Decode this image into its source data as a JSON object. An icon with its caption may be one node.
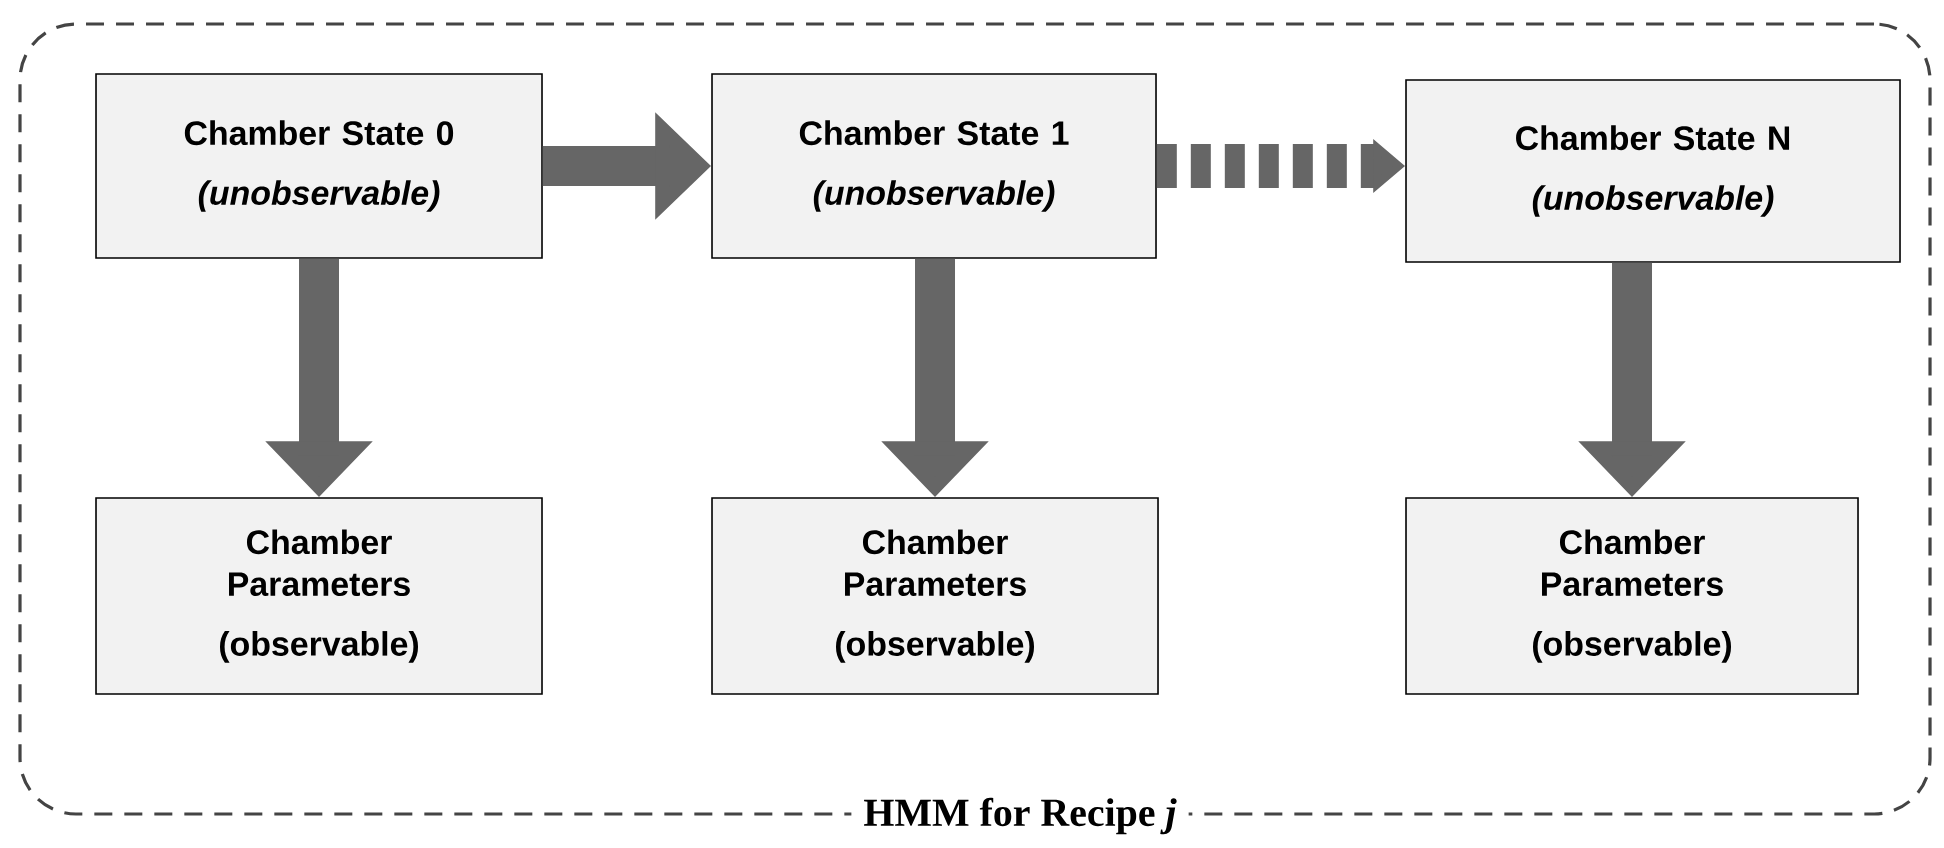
{
  "diagram": {
    "nodes": [
      {
        "text": [
          "HMM for Recipe *j*"
        ]
      },
      {
        "text": [
          "Chamber State 0",
          "(unobservable)"
        ],
        "in": 0
      },
      {
        "text": [
          "Chamber State 1",
          "(unobservable)"
        ],
        "in": 0
      },
      {
        "text": [
          "Chamber State N",
          "(unobservable)"
        ],
        "in": 0
      },
      {
        "text": [
          "Chamber Parameters",
          "(observable)"
        ],
        "in": 0
      },
      {
        "text": [
          "Chamber Parameters",
          "(observable)"
        ],
        "in": 0
      },
      {
        "text": [
          "Chamber Parameters",
          "(observable)"
        ],
        "in": 0
      }
    ],
    "edges": [
      {
        "from": 1,
        "to": 2,
        "arrow": "to"
      },
      {
        "from": 2,
        "to": 3,
        "arrow": "to",
        "style": "dashed"
      },
      {
        "from": 1,
        "to": 4,
        "arrow": "to"
      },
      {
        "from": 2,
        "to": 5,
        "arrow": "to"
      },
      {
        "from": 3,
        "to": 6,
        "arrow": "to"
      }
    ]
  }
}
